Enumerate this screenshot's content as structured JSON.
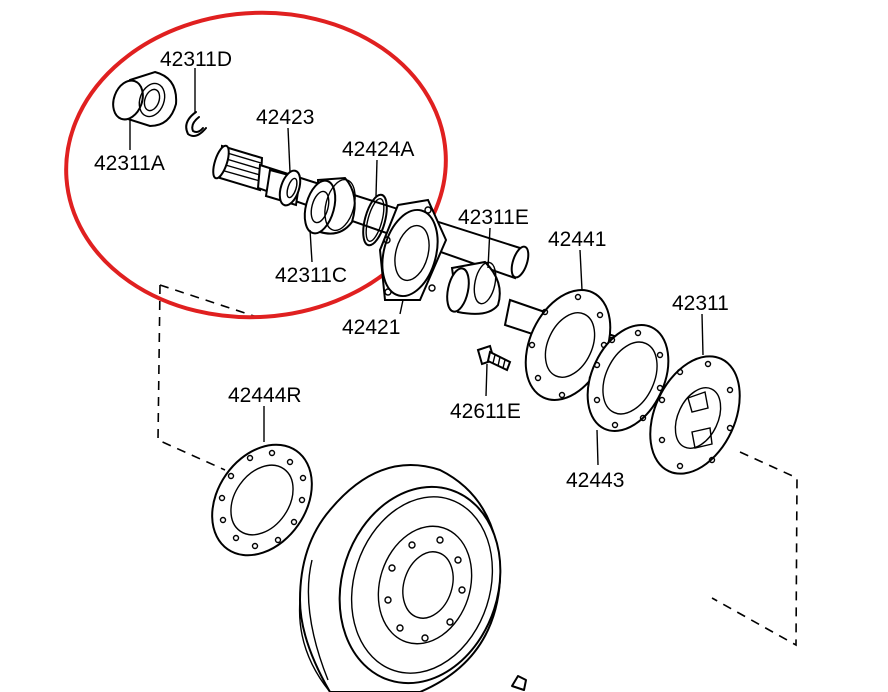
{
  "highlight_color": "#e02020",
  "parts": [
    {
      "id": "p1",
      "label": "42311D"
    },
    {
      "id": "p2",
      "label": "42311A"
    },
    {
      "id": "p3",
      "label": "42423"
    },
    {
      "id": "p4",
      "label": "42424A"
    },
    {
      "id": "p5",
      "label": "42311C"
    },
    {
      "id": "p6",
      "label": "42421"
    },
    {
      "id": "p7",
      "label": "42311E"
    },
    {
      "id": "p8",
      "label": "42441"
    },
    {
      "id": "p9",
      "label": "42311"
    },
    {
      "id": "p10",
      "label": "42611E"
    },
    {
      "id": "p11",
      "label": "42443"
    },
    {
      "id": "p12",
      "label": "42444R"
    }
  ]
}
